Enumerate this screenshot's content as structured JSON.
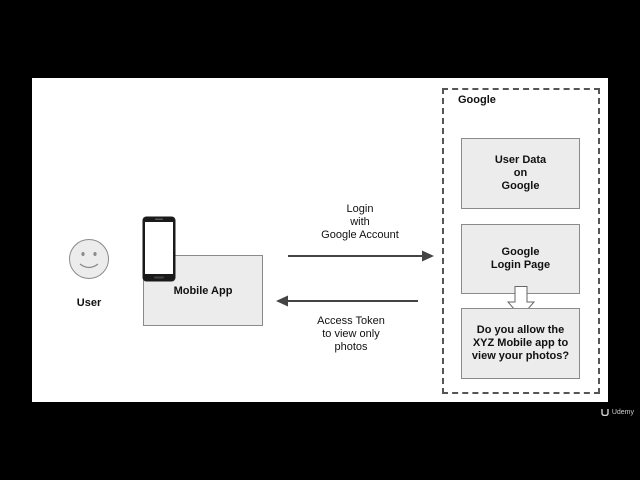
{
  "diagram": {
    "user_label": "User",
    "mobile_app_label": "Mobile App",
    "login_arrow_label": "Login\nwith\nGoogle Account",
    "token_arrow_label": "Access Token\nto view only\nphotos",
    "google_title": "Google",
    "user_data_label": "User Data\non\nGoogle",
    "login_page_label": "Google\nLogin Page",
    "consent_label": "Do you allow the\nXYZ Mobile app to\nview your photos?"
  },
  "watermark": {
    "text": "Udemy"
  },
  "colors": {
    "background": "#000000",
    "slide": "#ffffff",
    "box_fill": "#ececec",
    "box_border": "#8a8a8a",
    "arrow": "#444444"
  }
}
